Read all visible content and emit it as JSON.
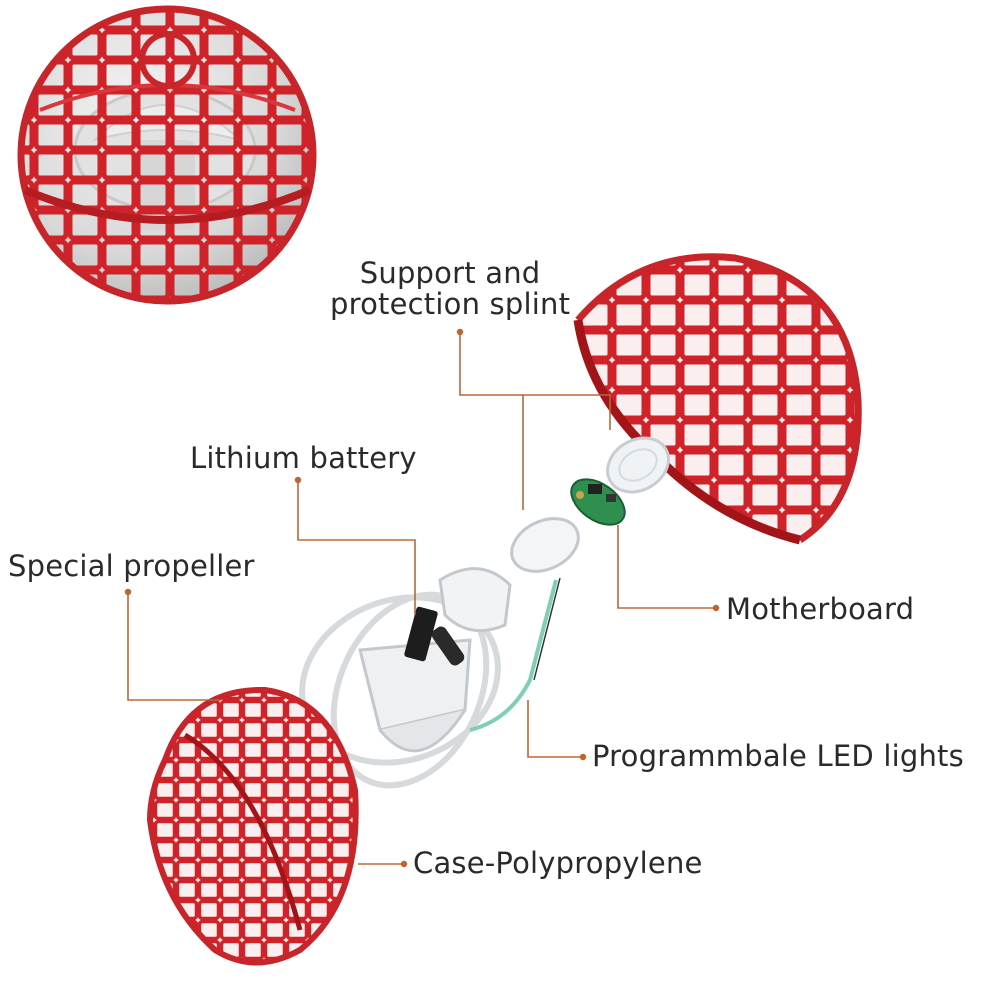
{
  "labels": {
    "support": [
      "Support and",
      "protection splint"
    ],
    "battery": "Lithium battery",
    "propeller": "Special propeller",
    "motherboard": "Motherboard",
    "led": "Programmbale LED lights",
    "case": "Case-Polypropylene"
  },
  "colors": {
    "cage_red": "#d42a2f",
    "cage_dark": "#a31419",
    "leader_line": "#b8683a",
    "text": "#2a2a2a",
    "plastic": "#e9ecef",
    "pcb_green": "#2f8f4e"
  }
}
